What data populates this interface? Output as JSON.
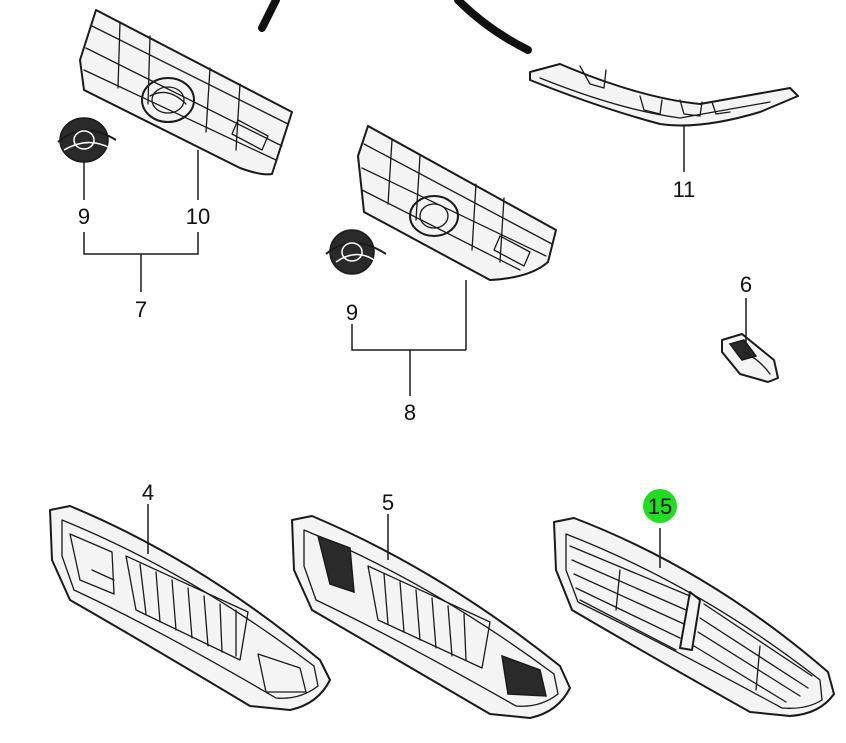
{
  "callouts": {
    "c9a": "9",
    "c10": "10",
    "c7": "7",
    "c9b": "9",
    "c8": "8",
    "c11": "11",
    "c6": "6",
    "c4": "4",
    "c5": "5",
    "c15": "15"
  },
  "highlight_color": "#22dd22",
  "line_color": "#1a1a1a"
}
